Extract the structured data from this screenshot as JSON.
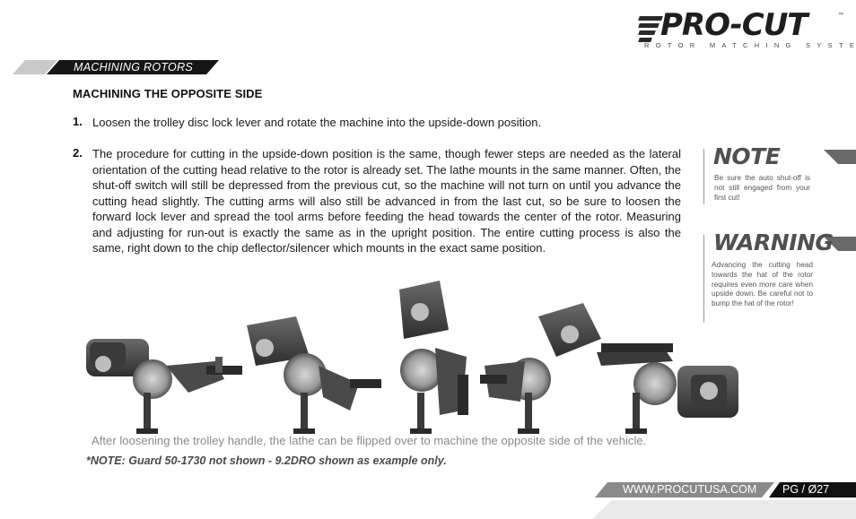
{
  "logo": {
    "wordmark": "PRO-CUT",
    "tm": "™",
    "tagline": "ROTOR MATCHING SYSTEMS"
  },
  "section_banner": "MACHINING ROTORS",
  "heading": "MACHINING THE OPPOSITE SIDE",
  "steps": [
    {
      "number": "1.",
      "text": "Loosen the trolley disc lock lever and rotate the machine into the upside-down position."
    },
    {
      "number": "2.",
      "text": "The procedure for cutting in the upside-down position is the same, though fewer steps are needed as the lateral orientation of the cutting head relative to the rotor is already set.  The lathe mounts in the same manner.  Often, the shut-off switch will still be depressed from the previous cut, so the machine will not turn on until you advance the cutting head slightly.  The cutting arms will also still be advanced in from the last cut, so be sure to loosen the forward lock lever and spread the tool arms before feeding the head towards the center of the rotor.  Measuring and adjusting for run-out is exactly the same as in the upright position.  The entire cutting process is also the same, right down to the chip deflector/silencer which mounts in the exact same position."
    }
  ],
  "note": {
    "title": "NOTE",
    "body": "Be sure the auto shut-off is not still engaged from your first cut!"
  },
  "warning": {
    "title": "WARNING",
    "body": "Advancing the cutting head towards the hat of the rotor requires even more care when upside down. Be careful not to bump the hat of the rotor!"
  },
  "caption": "After loosening the trolley handle, the lathe can be flipped over to machine the opposite side of the vehicle.",
  "footnote": "*NOTE: Guard 50-1730 not shown - 9.2DRO shown as example only.",
  "footer": {
    "url": "WWW.PROCUTUSA.COM",
    "page": "PG / Ø27"
  },
  "colors": {
    "banner_dark": "#161616",
    "banner_gray": "#c9c9c9",
    "side_tab": "#6a6a6a",
    "caption_gray": "#8a8a8a",
    "footer_gray": "#8a8a8a"
  }
}
